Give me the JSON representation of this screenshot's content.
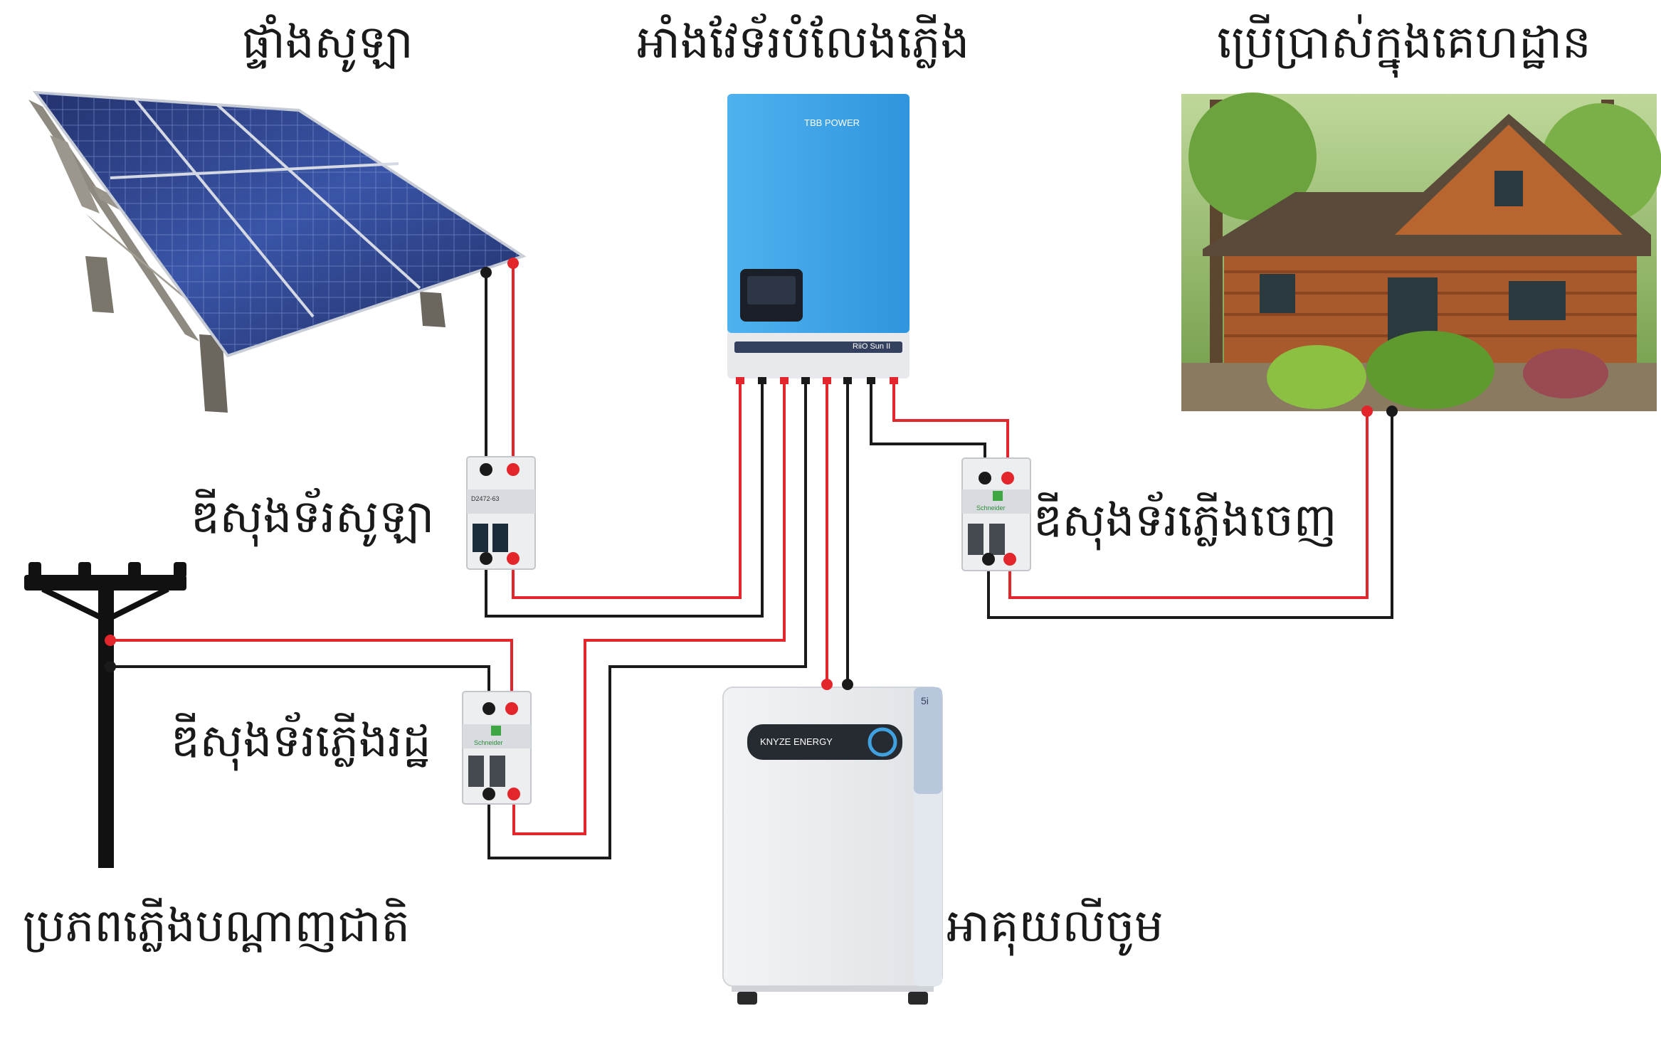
{
  "labels": {
    "solar_panel": "ផ្ទាំងសូឡា",
    "inverter": "អាំងវែទ័របំលែងភ្លើង",
    "home_use": "ប្រើប្រាស់ក្នុងគេហដ្ឋាន",
    "solar_breaker": "ឌីសុងទ័រសូឡា",
    "output_breaker": "ឌីសុងទ័រភ្លើងចេញ",
    "grid_breaker": "ឌីសុងទ័រភ្លើងរដ្ឋ",
    "grid_source": "ប្រភពភ្លើងបណ្ដាញជាតិ",
    "battery": "អាគុយលីចូម"
  },
  "devices": {
    "inverter_brand": "TBB POWER",
    "inverter_model": "RiiO Sun II",
    "battery_brand": "KNYZE ENERGY",
    "battery_side_mark": "5i",
    "solar_breaker_model": "D2472-63",
    "breaker_brand": "Schneider"
  },
  "colors": {
    "positive_wire": "#e3262b",
    "negative_wire": "#1a1a1a",
    "inverter_body": "#3ba1e6",
    "battery_body": "#ebedef"
  }
}
